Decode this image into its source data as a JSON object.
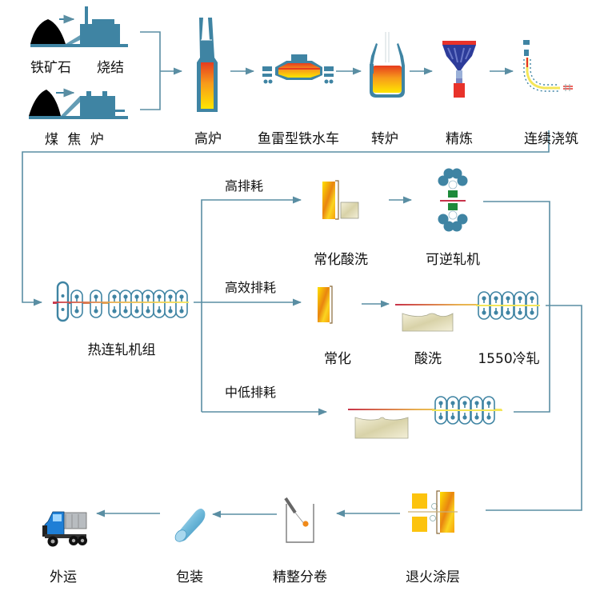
{
  "title": "钢铁生产工艺流程",
  "colors": {
    "line": "#5a8ea3",
    "equipment": "#3f84a3",
    "hot_start": "#e63c1e",
    "hot_end": "#ffe600",
    "strip_red": "#c8334a",
    "strip_yellow": "#f4e65a",
    "refining_top": "#e8322a",
    "refining_body": "#2d3c9a",
    "green_block": "#1e8a3a",
    "truck_blue": "#1f7fd6"
  },
  "row1": {
    "raw": [
      {
        "left": "铁矿石",
        "right": "烧结"
      },
      {
        "left": "煤 焦 炉",
        "right": ""
      }
    ],
    "steps": [
      "高炉",
      "鱼雷型铁水车",
      "转炉",
      "精炼",
      "连续浇筑"
    ]
  },
  "row2": {
    "hot_mill": "热连轧机组",
    "branches": [
      {
        "label": "高排耗",
        "steps": [
          "常化酸洗",
          "可逆轧机"
        ]
      },
      {
        "label": "高效排耗",
        "steps": [
          "常化",
          "酸洗",
          "1550冷轧"
        ]
      },
      {
        "label": "中低排耗",
        "steps": []
      }
    ]
  },
  "row3": {
    "steps": [
      "退火涂层",
      "精整分卷",
      "包装",
      "外运"
    ]
  }
}
